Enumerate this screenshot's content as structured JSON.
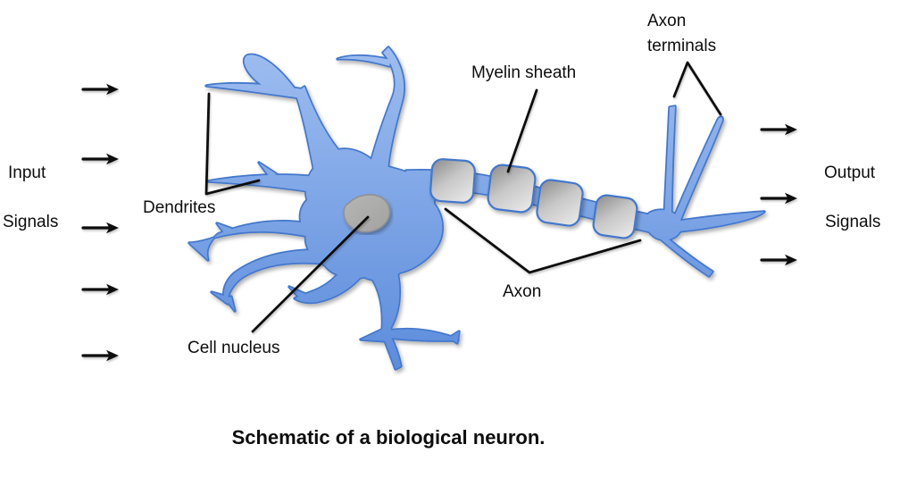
{
  "diagram": {
    "caption": "Schematic of a biological neuron.",
    "labels": {
      "input_line1": "Input",
      "input_line2": "Signals",
      "output_line1": "Output",
      "output_line2": "Signals",
      "dendrites": "Dendrites",
      "cell_nucleus": "Cell nucleus",
      "myelin_sheath": "Myelin sheath",
      "axon_terminals_line1": "Axon",
      "axon_terminals_line2": "terminals",
      "axon": "Axon"
    },
    "arrows": {
      "input_count": 5,
      "output_count": 3,
      "direction": "right"
    },
    "parts": [
      "Dendrites",
      "Cell nucleus",
      "Myelin sheath",
      "Axon",
      "Axon terminals"
    ],
    "myelin_segment_count": 4,
    "colors": {
      "neuron_fill_top": "#9FBEF0",
      "neuron_fill_bottom": "#5C8CDC",
      "neuron_stroke": "#4377CB",
      "myelin_dark": "#8A8A8A",
      "myelin_light": "#E8E8E8",
      "nucleus_fill": "#ABABA9",
      "nucleus_stroke": "#8F9194",
      "annotation": "#111111",
      "background": "#FFFFFF"
    }
  }
}
